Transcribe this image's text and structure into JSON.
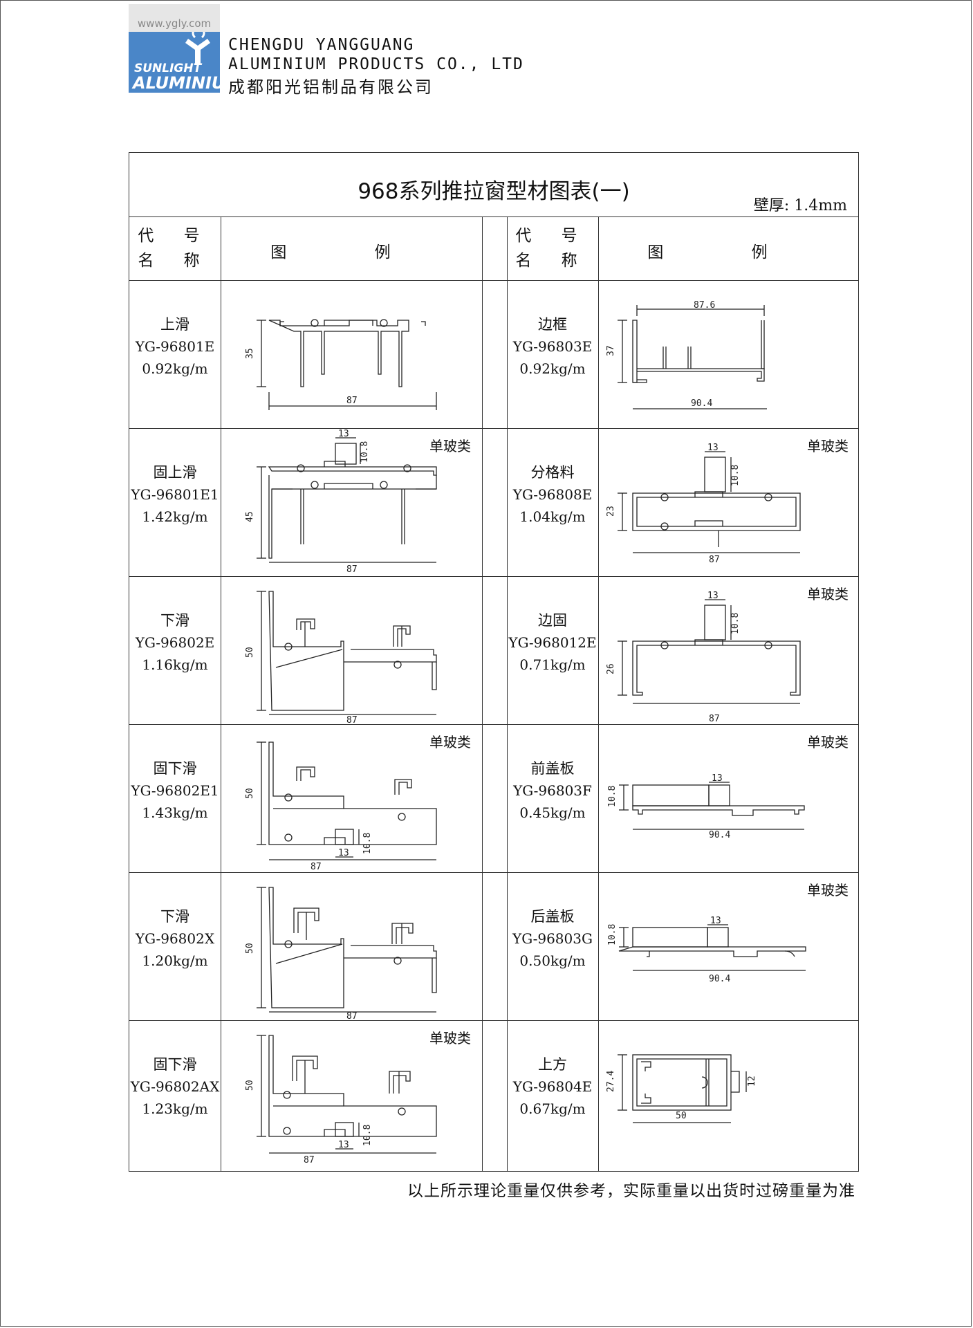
{
  "header": {
    "website": "www.ygly.com",
    "logo_text": "SUNLIGHT ALUMINIUM",
    "company_en_1": "CHENGDU YANGGUANG",
    "company_en_2": "ALUMINIUM PRODUCTS CO., LTD",
    "company_cn": "成都阳光铝制品有限公司"
  },
  "sheet": {
    "title": "968系列推拉窗型材图表(一)",
    "thickness": "壁厚: 1.4mm",
    "col_header_code_1": "代 号",
    "col_header_code_2": "名 称",
    "col_header_figure": "图 例"
  },
  "left_items": [
    {
      "name": "上滑",
      "code": "YG-96801E",
      "weight": "0.92kg/m",
      "tag": "",
      "dims": {
        "w": "87",
        "h": "35"
      }
    },
    {
      "name": "固上滑",
      "code": "YG-96801E1",
      "weight": "1.42kg/m",
      "tag": "单玻类",
      "dims": {
        "w": "87",
        "h": "45",
        "a": "13",
        "b": "10.8"
      }
    },
    {
      "name": "下滑",
      "code": "YG-96802E",
      "weight": "1.16kg/m",
      "tag": "",
      "dims": {
        "w": "87",
        "h": "50"
      }
    },
    {
      "name": "固下滑",
      "code": "YG-96802E1",
      "weight": "1.43kg/m",
      "tag": "单玻类",
      "dims": {
        "w": "87",
        "h": "50",
        "a": "13",
        "b": "10.8"
      }
    },
    {
      "name": "下滑",
      "code": "YG-96802X",
      "weight": "1.20kg/m",
      "tag": "",
      "dims": {
        "w": "87",
        "h": "50"
      }
    },
    {
      "name": "固下滑",
      "code": "YG-96802AX",
      "weight": "1.23kg/m",
      "tag": "单玻类",
      "dims": {
        "w": "87",
        "h": "50",
        "a": "13",
        "b": "10.8"
      }
    }
  ],
  "right_items": [
    {
      "name": "边框",
      "code": "YG-96803E",
      "weight": "0.92kg/m",
      "tag": "",
      "dims": {
        "w": "90.4",
        "w2": "87.6",
        "h": "37"
      }
    },
    {
      "name": "分格料",
      "code": "YG-96808E",
      "weight": "1.04kg/m",
      "tag": "单玻类",
      "dims": {
        "w": "87",
        "h": "23",
        "a": "13",
        "b": "10.8"
      }
    },
    {
      "name": "边固",
      "code": "YG-968012E",
      "weight": "0.71kg/m",
      "tag": "单玻类",
      "dims": {
        "w": "87",
        "h": "26",
        "a": "13",
        "b": "10.8"
      }
    },
    {
      "name": "前盖板",
      "code": "YG-96803F",
      "weight": "0.45kg/m",
      "tag": "单玻类",
      "dims": {
        "w": "90.4",
        "h": "10.8",
        "a": "13"
      }
    },
    {
      "name": "后盖板",
      "code": "YG-96803G",
      "weight": "0.50kg/m",
      "tag": "单玻类",
      "dims": {
        "w": "90.4",
        "h": "10.8",
        "a": "13"
      }
    },
    {
      "name": "上方",
      "code": "YG-96804E",
      "weight": "0.67kg/m",
      "tag": "",
      "dims": {
        "w": "50",
        "h": "27.4",
        "a": "12"
      }
    }
  ],
  "footer_note": "以上所示理论重量仅供参考，实际重量以出货时过磅重量为准",
  "colors": {
    "logo_blue": "#4a86c8",
    "line": "#333333"
  }
}
